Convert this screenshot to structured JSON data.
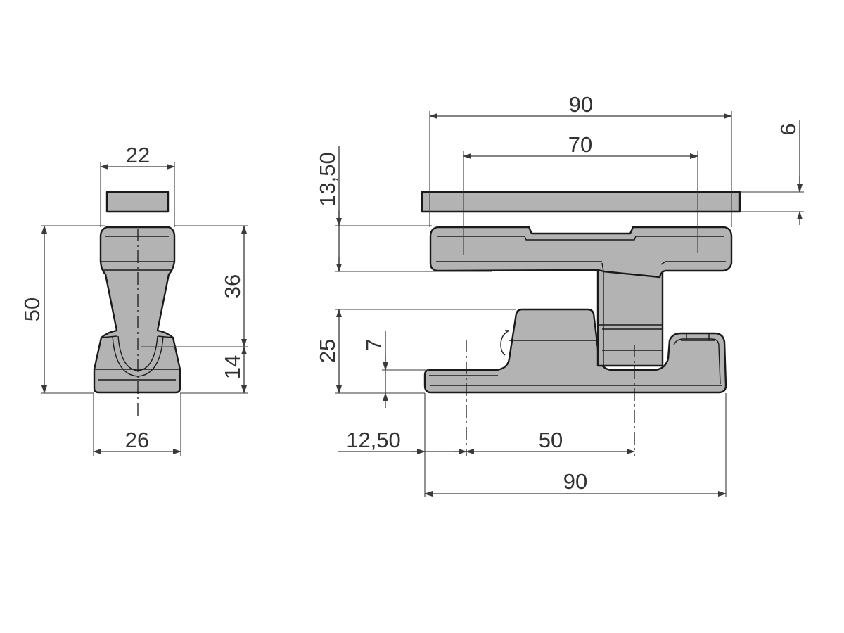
{
  "colors": {
    "part_fill": "#b3b3b3",
    "outline": "#1a1a1a",
    "dimension": "#3a3a3a"
  },
  "side_view": {
    "dim_width_top": "22",
    "dim_height_total": "50",
    "dim_height_upper": "36",
    "dim_height_lower": "14",
    "dim_width_base": "26"
  },
  "front_view": {
    "dim_plate_width": "90",
    "dim_hole_spacing_top": "70",
    "dim_plate_thickness": "6",
    "dim_handle_height": "13,50",
    "dim_base_height": "25",
    "dim_base_thickness": "7",
    "dim_offset": "12,50",
    "dim_hole_spacing_bottom": "50",
    "dim_base_width": "90"
  }
}
